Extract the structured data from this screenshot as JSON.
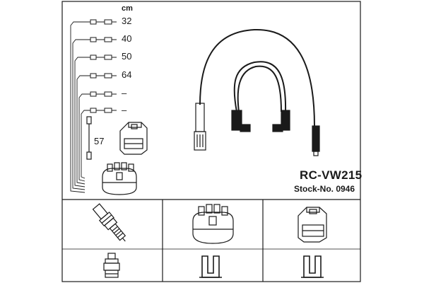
{
  "header": {
    "unit": "cm"
  },
  "lengths": [
    "32",
    "40",
    "50",
    "64",
    "–",
    "–"
  ],
  "coil_lead_length": "57",
  "product": {
    "model": "RC-VW215",
    "stock": "Stock-No. 0946"
  },
  "icons": [
    "spark-plug-icon",
    "distributor-cap-icon",
    "ignition-coil-icon",
    "plug-connector-icon",
    "straight-boot-icon",
    "angled-boot-icon"
  ],
  "colors": {
    "line": "#1a1a1a",
    "background": "#ffffff"
  }
}
